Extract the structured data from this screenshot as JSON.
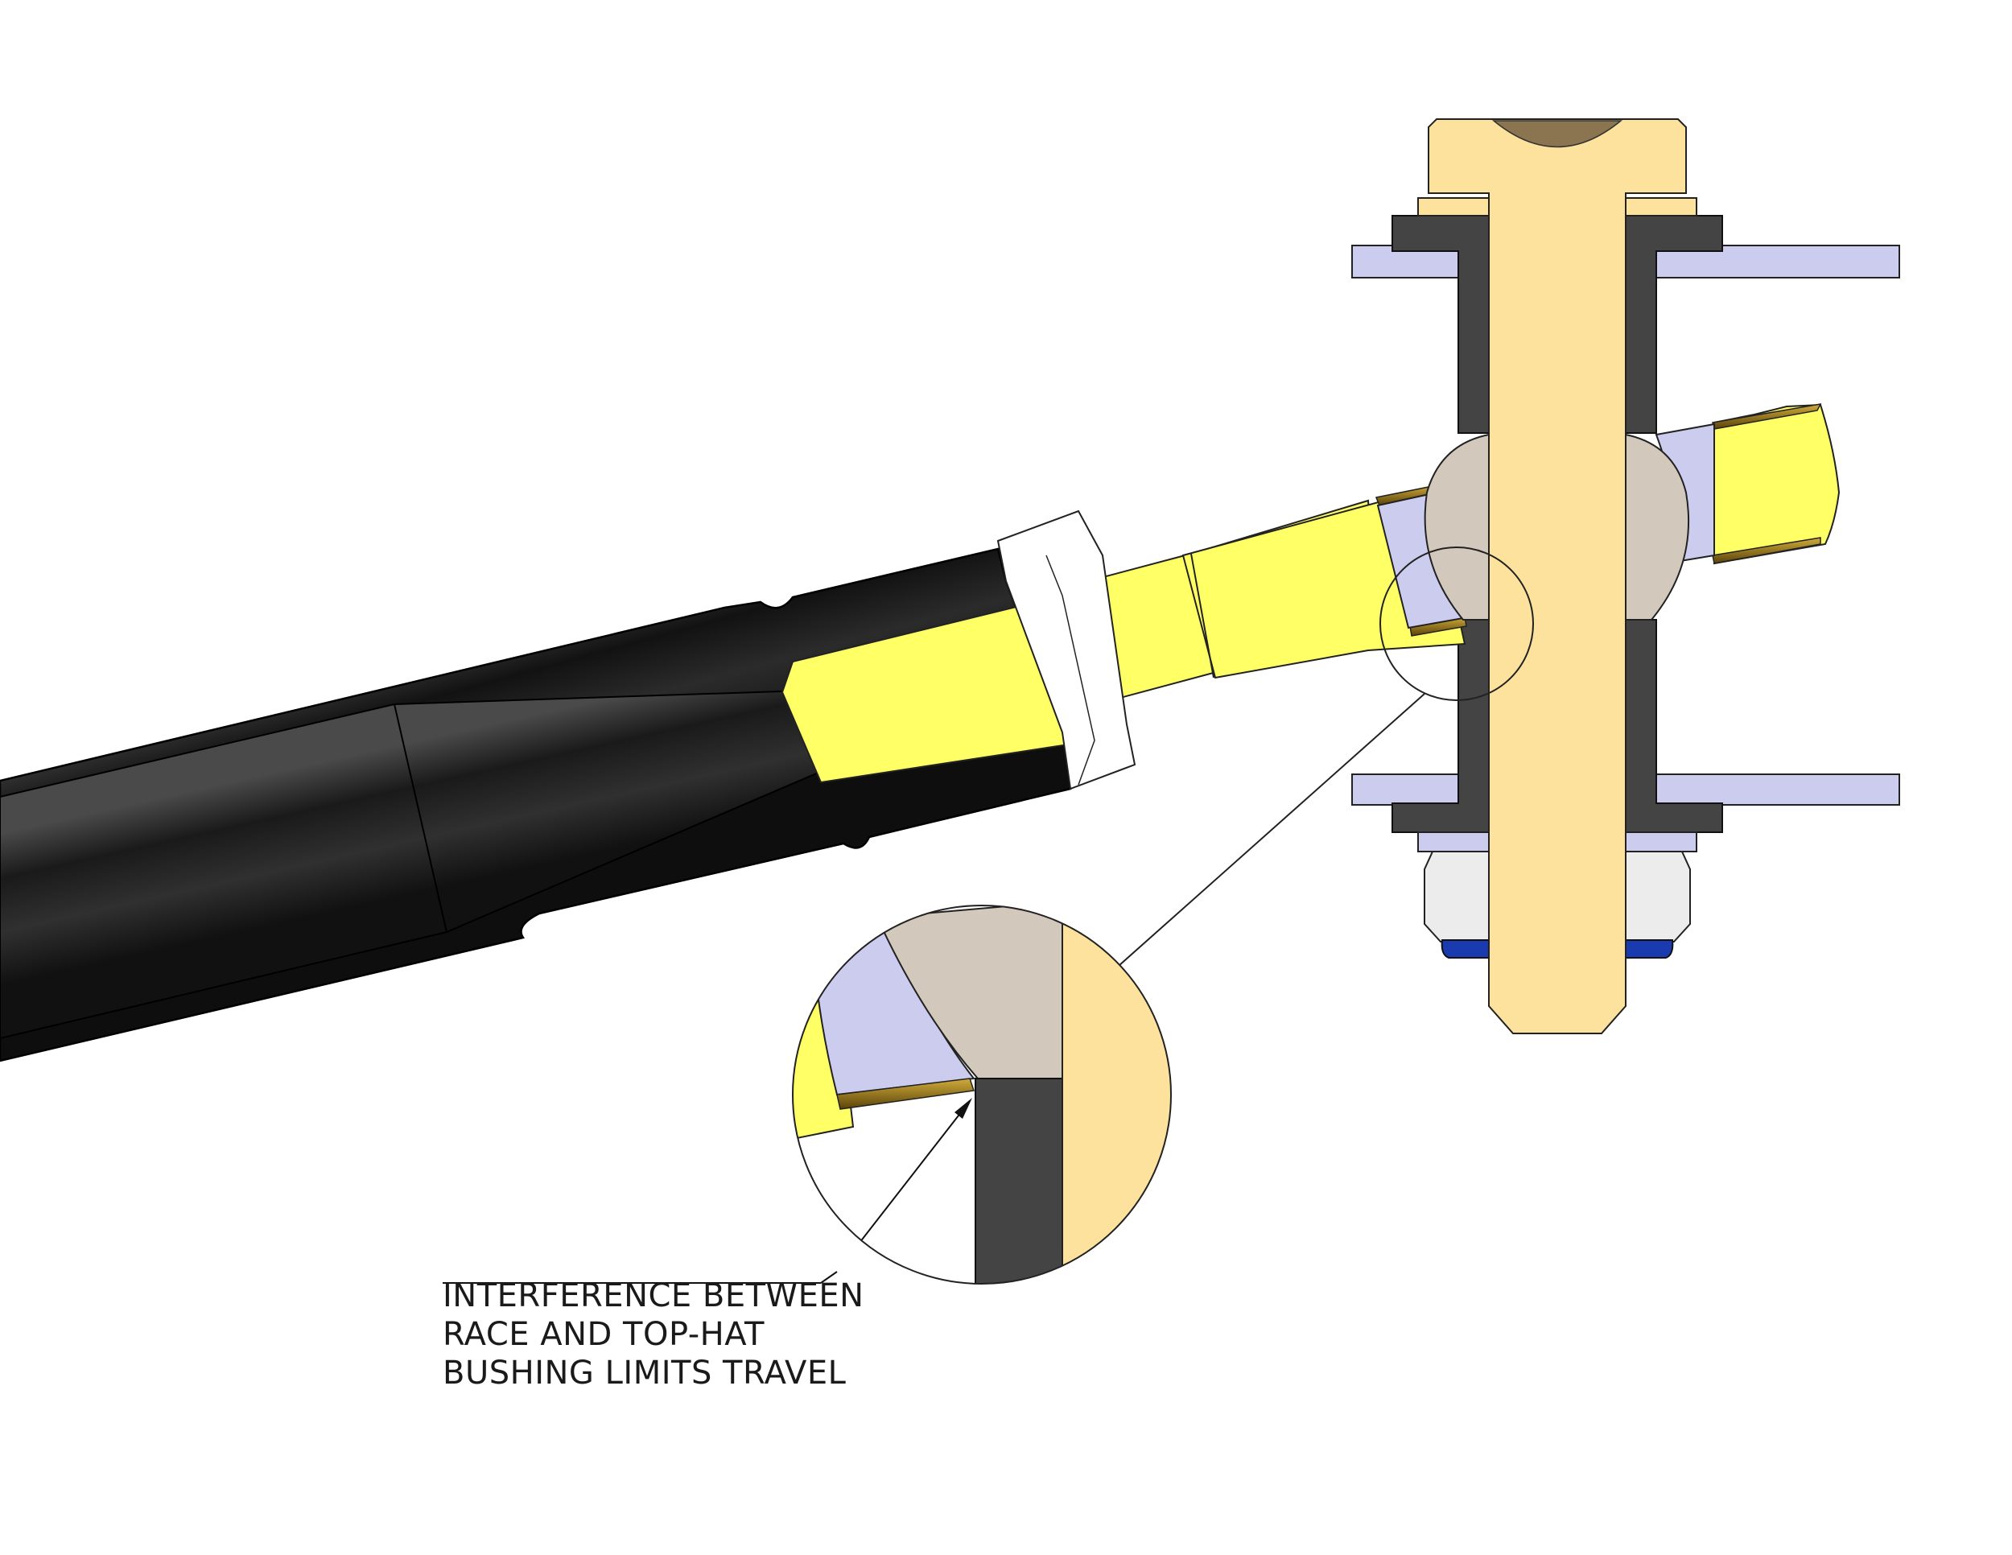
{
  "callout": {
    "line1": "INTERFERENCE BETWEEN",
    "line2": "RACE AND TOP-HAT",
    "line3": "BUSHING LIMITS TRAVEL"
  },
  "colors": {
    "tube_dark": "#1c1c1c",
    "tube_mid": "#3d3d3d",
    "tube_outline": "#000000",
    "rod_end_yellow": "#ffff66",
    "race_bronze": "#8a6a12",
    "ball": "#d2c8bc",
    "liner": "#ccccee",
    "bolt": "#fde29e",
    "bushing": "#444444",
    "washer": "#ccccee",
    "nut": "#ececec",
    "nylock": "#1a3ab0",
    "background": "#ffffff"
  }
}
